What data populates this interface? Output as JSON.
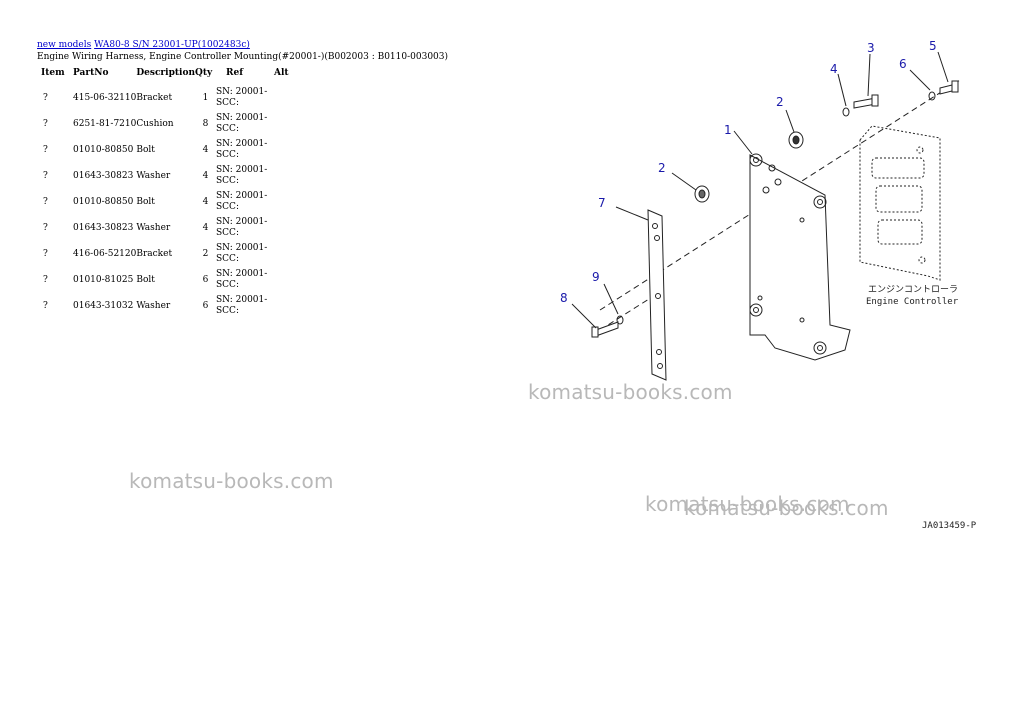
{
  "breadcrumb": {
    "root": "new models",
    "model": "WA80-8 S/N 23001-UP(1002483c)"
  },
  "title": "Engine Wiring Harness, Engine Controller Mounting(#20001-)(B002003 : B0110-003003)",
  "table": {
    "headers": {
      "item": "Item",
      "partno": "PartNo",
      "description": "Description",
      "qty": "Qty",
      "ref": "Ref",
      "alt": "Alt"
    },
    "rows": [
      {
        "item": "?",
        "partno": "415-06-32110",
        "description": "Bracket",
        "qty": "1",
        "ref": "SN: 20001-SCC:",
        "alt": ""
      },
      {
        "item": "?",
        "partno": "6251-81-7210",
        "description": "Cushion",
        "qty": "8",
        "ref": "SN: 20001-SCC:",
        "alt": ""
      },
      {
        "item": "?",
        "partno": "01010-80850",
        "description": "Bolt",
        "qty": "4",
        "ref": "SN: 20001-SCC:",
        "alt": ""
      },
      {
        "item": "?",
        "partno": "01643-30823",
        "description": "Washer",
        "qty": "4",
        "ref": "SN: 20001-SCC:",
        "alt": ""
      },
      {
        "item": "?",
        "partno": "01010-80850",
        "description": "Bolt",
        "qty": "4",
        "ref": "SN: 20001-SCC:",
        "alt": ""
      },
      {
        "item": "?",
        "partno": "01643-30823",
        "description": "Washer",
        "qty": "4",
        "ref": "SN: 20001-SCC:",
        "alt": ""
      },
      {
        "item": "?",
        "partno": "416-06-52120",
        "description": "Bracket",
        "qty": "2",
        "ref": "SN: 20001-SCC:",
        "alt": ""
      },
      {
        "item": "?",
        "partno": "01010-81025",
        "description": "Bolt",
        "qty": "6",
        "ref": "SN: 20001-SCC:",
        "alt": ""
      },
      {
        "item": "?",
        "partno": "01643-31032",
        "description": "Washer",
        "qty": "6",
        "ref": "SN: 20001-SCC:",
        "alt": ""
      }
    ]
  },
  "diagram": {
    "callouts": [
      "1",
      "2",
      "2",
      "3",
      "4",
      "5",
      "6",
      "7",
      "8",
      "9"
    ],
    "label_jp": "エンジンコントローラ",
    "label_en": "Engine Controller",
    "drawing_id": "JA013459-P",
    "callout_color": "#1a1aaa"
  },
  "watermarks": [
    "komatsu-books.com",
    "komatsu-books.com",
    "komatsu-books.com",
    "komatsu-books.com"
  ]
}
